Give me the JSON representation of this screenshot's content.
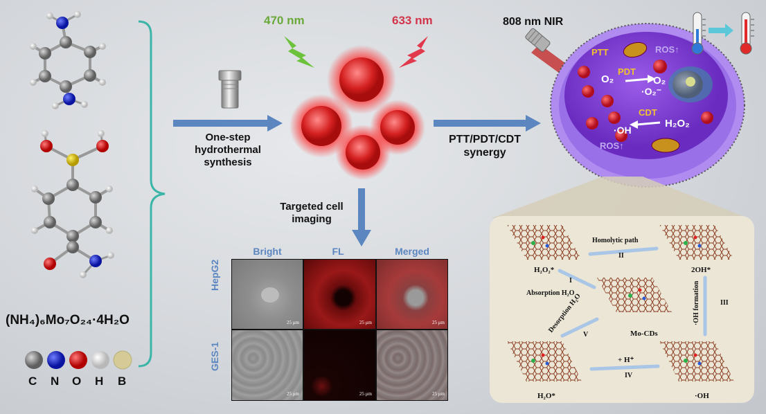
{
  "formula": "(NH₄)₆Mo₇O₂₄·4H₂O",
  "legend": {
    "C": "C",
    "N": "N",
    "O": "O",
    "H": "H",
    "B": "B",
    "colors": {
      "C": "#7a7a7a",
      "N": "#1a2fd6",
      "O": "#e01818",
      "H": "#f4f4f4",
      "B": "#d8cfa0"
    }
  },
  "synthesis_label": "One-step hydrothermal synthesis",
  "synthesis_lines": [
    "One-step",
    "hydrothermal",
    "synthesis"
  ],
  "wavelength_green": "470 nm",
  "wavelength_red": "633 nm",
  "nir_label": "808 nm NIR",
  "therapy_lines": [
    "PTT/PDT/CDT",
    "synergy"
  ],
  "imaging_lines": [
    "Targeted cell",
    "imaging"
  ],
  "cell": {
    "ptt": "PTT",
    "pdt": "PDT",
    "cdt": "CDT",
    "ros_top": "ROS↑",
    "ros_bottom": "ROS↑",
    "o2": "O₂",
    "singlet_o2": "¹O₂",
    "superoxide": "·O₂⁻",
    "oh": "·OH",
    "h2o2": "H₂O₂"
  },
  "microscopy": {
    "col_headers": [
      "Bright",
      "FL",
      "Merged"
    ],
    "row_labels": [
      "HepG2",
      "GES-1"
    ],
    "scale_bar": "25 μm"
  },
  "mechanism": {
    "homolytic": "Homolytic path",
    "step_II": "II",
    "step_I": "I",
    "step_III": "III",
    "step_IV": "IV",
    "step_V": "V",
    "h2o2_star": "H₂O₂*",
    "two_oh_star": "2OH*",
    "absorption": "Absorption H₂O",
    "desorption": "Desorption H₂O",
    "oh_formation": "·OH formation",
    "mo_cds": "Mo-CDs",
    "h_plus": "+ H⁺",
    "h2o_star": "H₂O*",
    "oh_radical": "·OH"
  }
}
